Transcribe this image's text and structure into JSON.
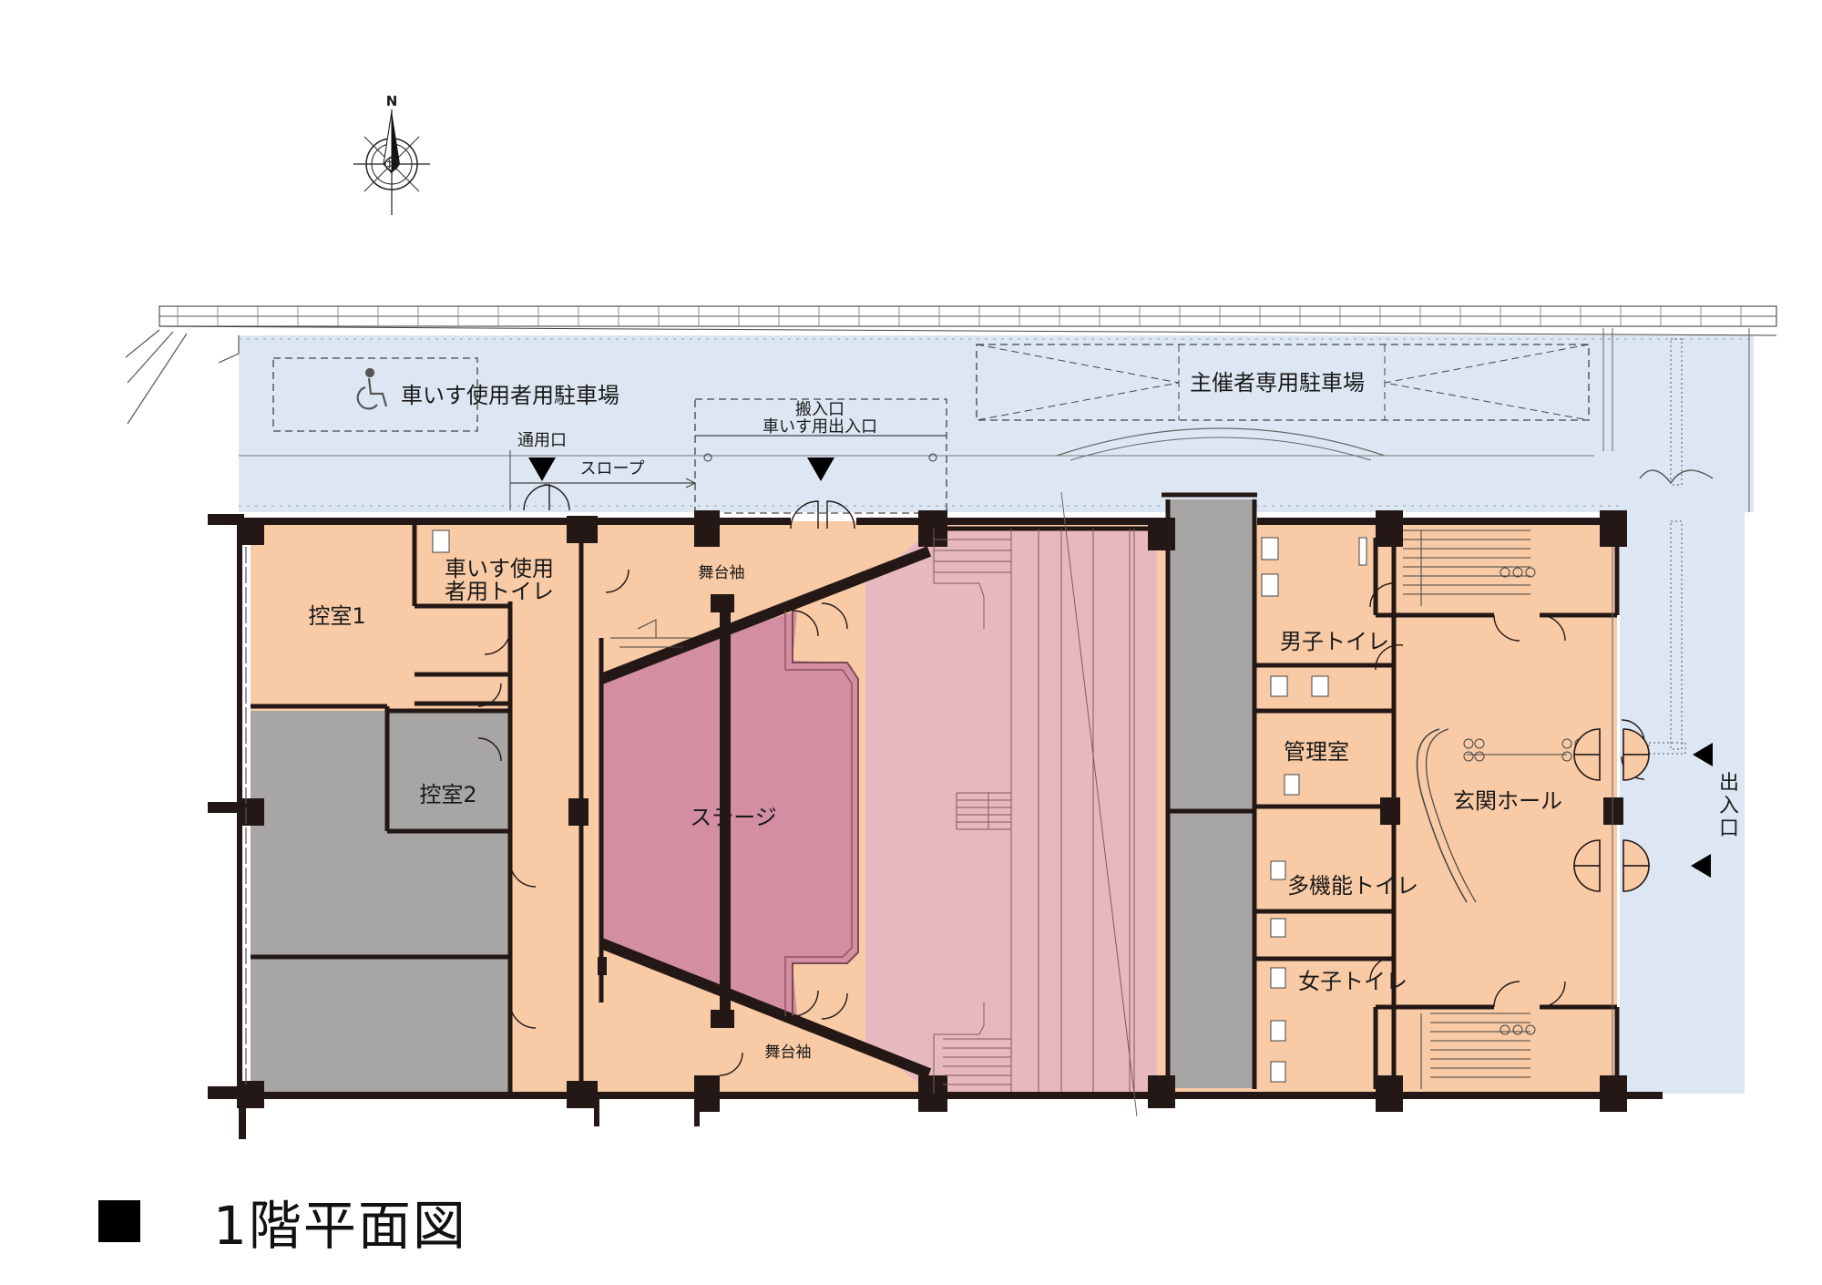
{
  "north_label": "N",
  "rooms": {
    "hikae1": "控室1",
    "hikae2": "控室2",
    "wheelchair_toilet_line1": "車いす使用",
    "wheelchair_toilet_line2": "者用トイレ",
    "butai_sode_top": "舞台袖",
    "butai_sode_bottom": "舞台袖",
    "stage": "ステージ",
    "mens_toilet": "男子トイレ",
    "kanri": "管理室",
    "multi_toilet": "多機能トイレ",
    "womens_toilet": "女子トイレ",
    "entrance_hall": "玄関ホール"
  },
  "outdoor": {
    "wheelchair_parking": "車いす使用者用駐車場",
    "organizer_parking": "主催者専用駐車場",
    "service_entrance": "通用口",
    "slope": "スロープ",
    "loading_line1": "搬入口",
    "loading_line2": "車いす用出入口",
    "exit_entrance": "出入口"
  },
  "title": "1階平面図",
  "colors": {
    "room": "#f8caa5",
    "outdoor": "#dde7f3",
    "seating": "#e8b8c0",
    "stage": "#d38ea1",
    "gray": "#a8a5a5",
    "wall": "#231815"
  }
}
